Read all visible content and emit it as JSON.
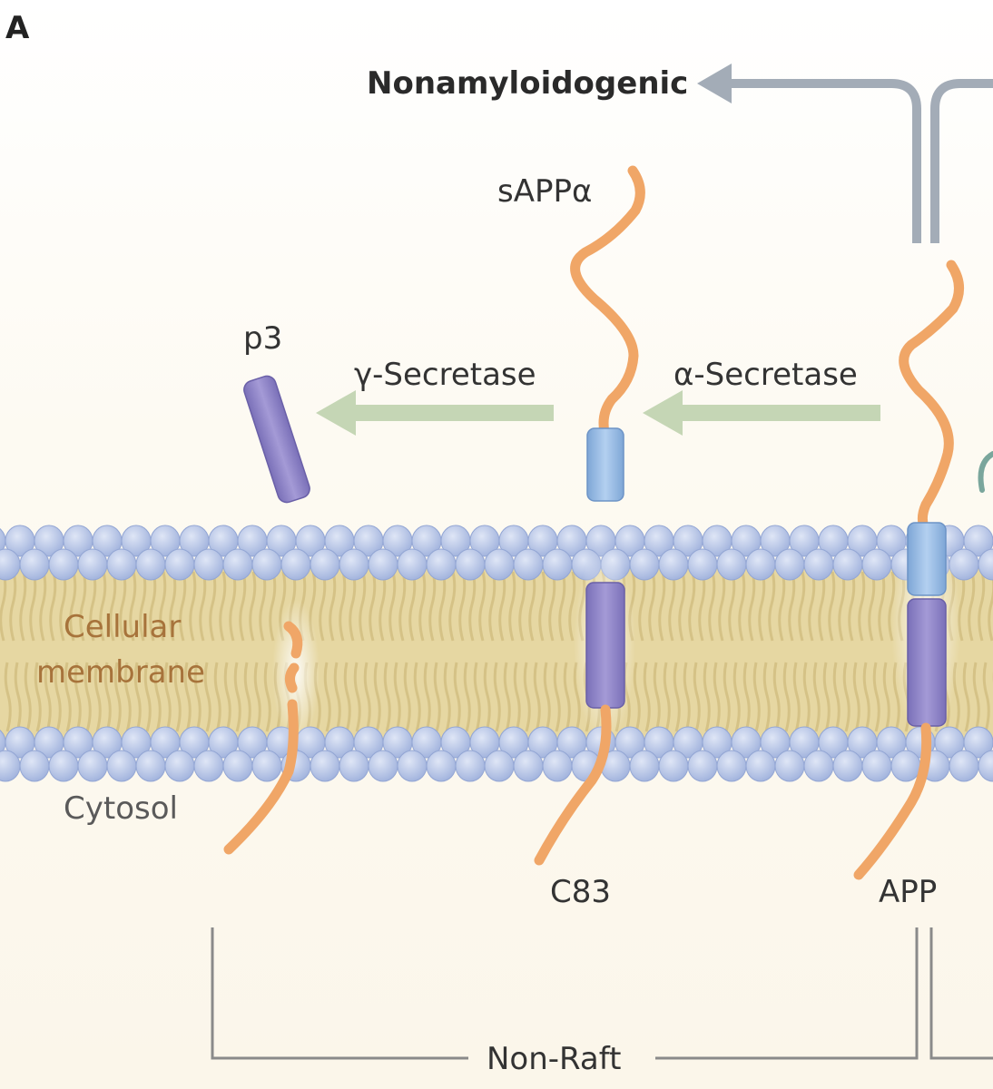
{
  "panel_letter": "A",
  "pathway_title": "Nonamyloidogenic",
  "labels": {
    "sapp_alpha": "sAPPα",
    "p3": "p3",
    "gamma_secretase": "γ-Secretase",
    "alpha_secretase": "α-Secretase",
    "membrane_line1": "Cellular",
    "membrane_line2": "membrane",
    "cytosol": "Cytosol",
    "c83": "C83",
    "app": "APP",
    "non_raft": "Non-Raft"
  },
  "colors": {
    "protein_tail": "#f0a667",
    "transmembrane_domain": "#8f86c8",
    "juxtamembrane_domain": "#8fb6e3",
    "lipid_head": "#b9c7e8",
    "lipid_tail": "#e8d9a4",
    "enzyme_arrow": "#c5d6b5",
    "pathway_arrow": "#a3acb7"
  }
}
